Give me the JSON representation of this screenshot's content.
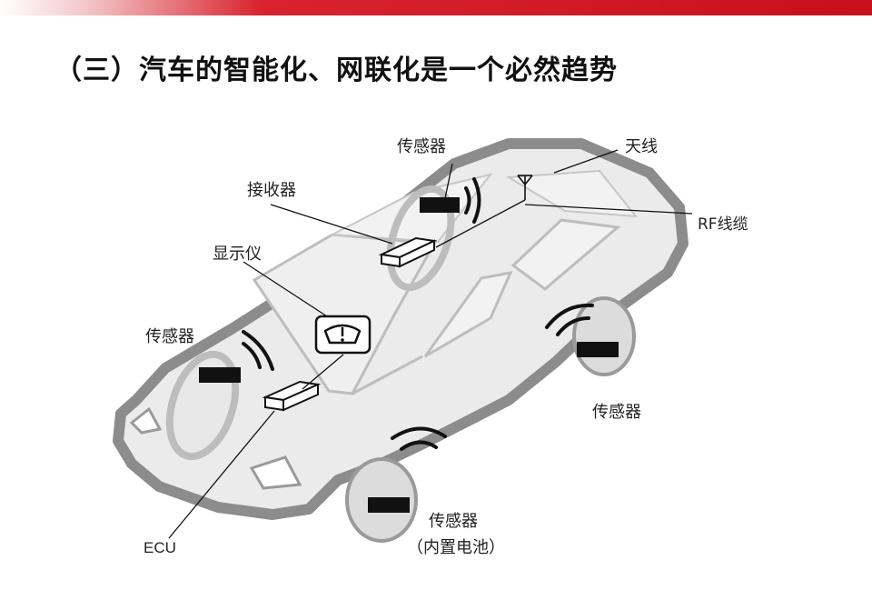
{
  "slide": {
    "title": "（三）汽车的智能化、网联化是一个必然趋势",
    "accent_color": "#c8101c"
  },
  "diagram": {
    "labels": {
      "sensor_top": "传感器",
      "antenna": "天线",
      "receiver": "接收器",
      "rf_cable": "RF线缆",
      "display": "显示仪",
      "sensor_left": "传感器",
      "sensor_right": "传感器",
      "ecu": "ECU",
      "sensor_bottom": "传感器",
      "sensor_bottom_note": "（内置电池）"
    }
  }
}
